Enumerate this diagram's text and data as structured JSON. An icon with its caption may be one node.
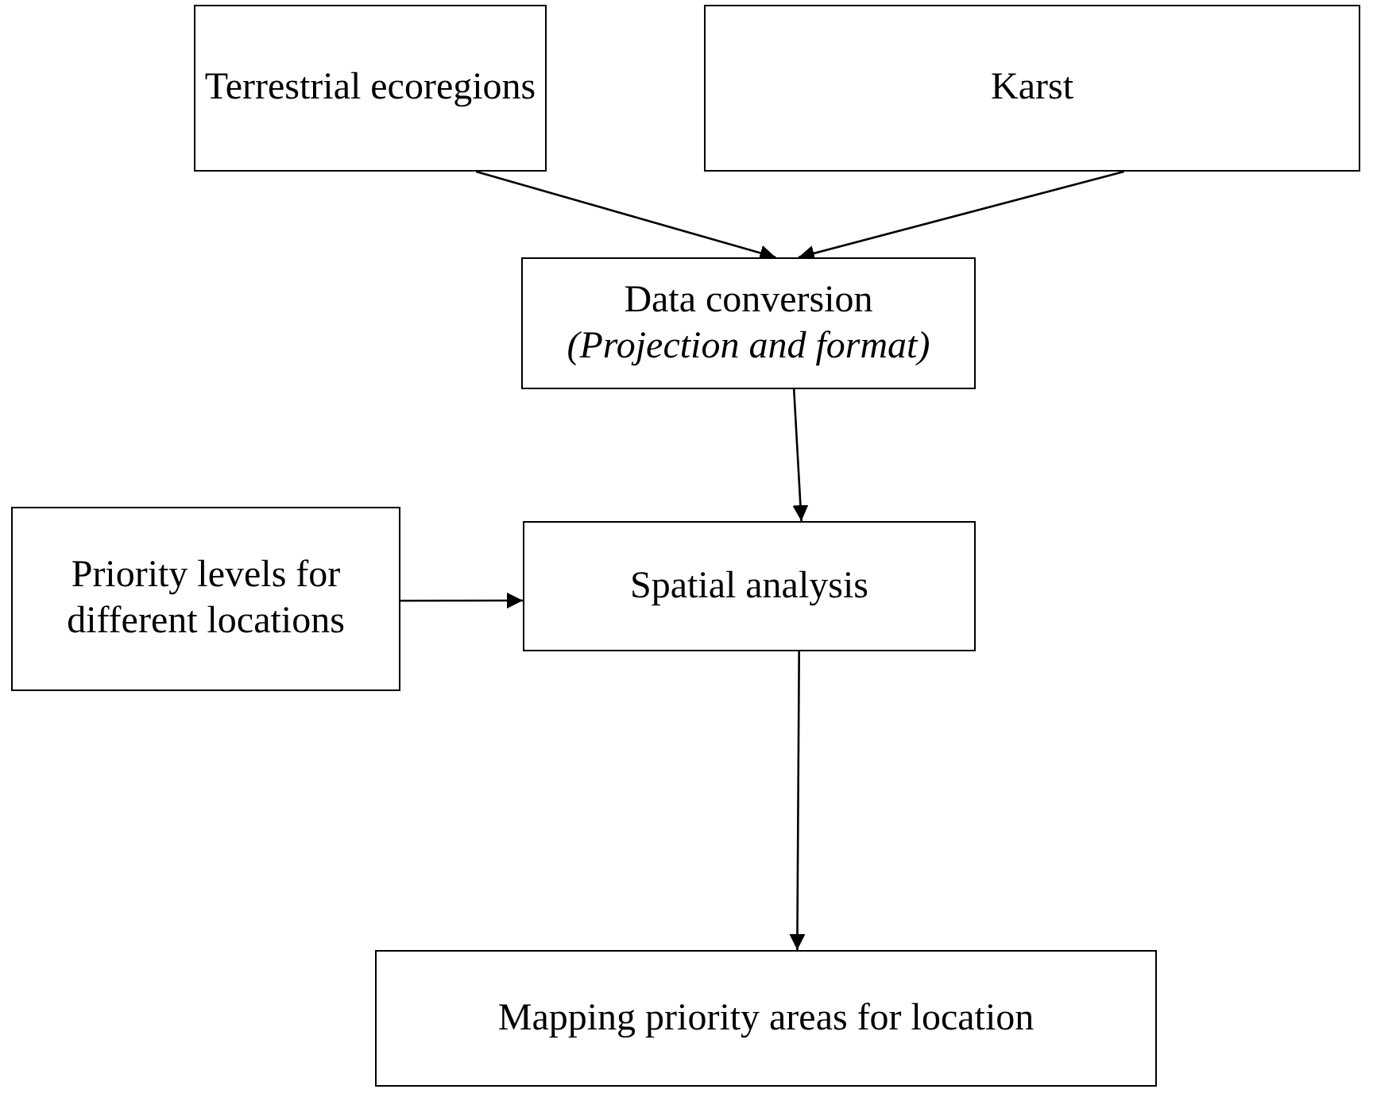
{
  "diagram": {
    "nodes": [
      {
        "text": [
          "Terrestrial ecoregions"
        ]
      },
      {
        "text": [
          "Karst"
        ]
      },
      {
        "text": [
          "Data conversion",
          "(Projection and format)"
        ]
      },
      {
        "text": [
          "Priority levels for different locations"
        ]
      },
      {
        "text": [
          "Spatial analysis"
        ]
      },
      {
        "text": [
          "Mapping priority areas for location"
        ]
      }
    ],
    "edges": [
      {
        "from": 0,
        "to": 2,
        "arrow": "to"
      },
      {
        "from": 1,
        "to": 2,
        "arrow": "to"
      },
      {
        "from": 2,
        "to": 4,
        "arrow": "to"
      },
      {
        "from": 3,
        "to": 4,
        "arrow": "to"
      },
      {
        "from": 4,
        "to": 5,
        "arrow": "to"
      }
    ]
  }
}
